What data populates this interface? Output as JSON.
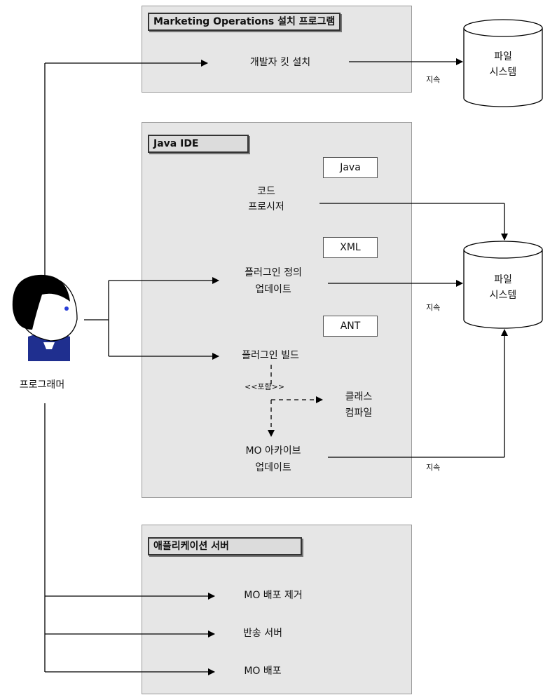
{
  "panels": {
    "installer": {
      "title": "Marketing Operations 설치 프로그램",
      "items": [
        "개발자 킷 설치"
      ]
    },
    "ide": {
      "title": "Java IDE",
      "badges": [
        "Java",
        "XML",
        "ANT"
      ],
      "items": [
        "코드",
        "프로시저",
        "플러그인 정의",
        "업데이트",
        "플러그인 빌드",
        "<<포함>>",
        "클래스",
        "컴파일",
        "MO 아카이브",
        "업데이트"
      ]
    },
    "server": {
      "title": "애플리케이션 서버",
      "items": [
        "MO 배포 제거",
        "반송 서버",
        "MO 배포"
      ]
    }
  },
  "filesystem": {
    "line1": "파일",
    "line2": "시스템"
  },
  "persist": "지속",
  "actor": "프로그래머"
}
